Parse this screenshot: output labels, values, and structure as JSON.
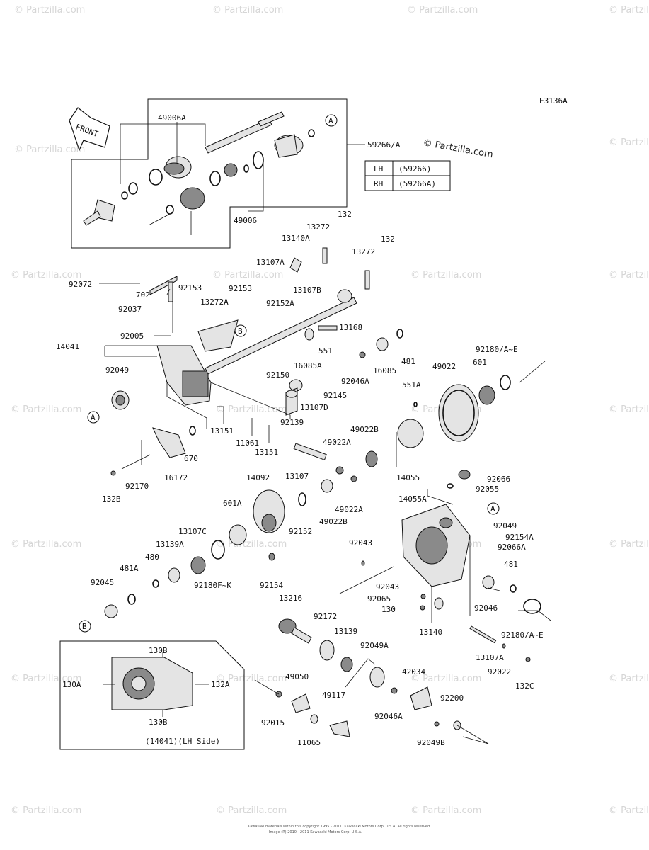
{
  "diagram_code": "E3136A",
  "front_label": "FRONT",
  "watermark": "© Partzilla.com",
  "header_watermark": "© Partzilla.com",
  "variant_table": {
    "rows": [
      {
        "side": "LH",
        "code": "(59266)"
      },
      {
        "side": "RH",
        "code": "(59266A)"
      }
    ]
  },
  "inset_caption": "(14041)(LH Side)",
  "ref_markers": [
    "A",
    "B"
  ],
  "part_labels": {
    "p49006A": "49006A",
    "p59266": "59266/A",
    "p49006": "49006",
    "p132a": "132",
    "p13272a": "13272",
    "p13140A": "13140A",
    "p132b": "132",
    "p13272b": "13272",
    "p13107A": "13107A",
    "p92072": "92072",
    "p702": "702",
    "p92153a": "92153",
    "p92153b": "92153",
    "p13107B": "13107B",
    "p92037": "92037",
    "p13272A": "13272A",
    "p92152A": "92152A",
    "p13168": "13168",
    "p92005": "92005",
    "p14041": "14041",
    "p551": "551",
    "p481a": "481",
    "p92150": "92150",
    "p16085A": "16085A",
    "p16085": "16085",
    "p92046A": "92046A",
    "p92180AE1": "92180/A~E",
    "p49022": "49022",
    "p601": "601",
    "p92049a": "92049",
    "p92145": "92145",
    "p13107D": "13107D",
    "p551A": "551A",
    "p92139": "92139",
    "p13151a": "13151",
    "p11061": "11061",
    "p13151b": "13151",
    "p49022B": "49022B",
    "p670": "670",
    "p49022Aa": "49022A",
    "p13107": "13107",
    "p14055": "14055",
    "p16172": "16172",
    "p92170": "92170",
    "p132B": "132B",
    "p14092": "14092",
    "p92066": "92066",
    "p92055": "92055",
    "p601A": "601A",
    "p49022Ab": "49022A",
    "p49022Bb": "49022B",
    "p92152": "92152",
    "p14055A": "14055A",
    "p13107C": "13107C",
    "p13139A": "13139A",
    "p480": "480",
    "p92049b": "92049",
    "p92154A": "92154A",
    "p92066A": "92066A",
    "p92043a": "92043",
    "p481A": "481A",
    "p92180FK": "92180F~K",
    "p92154": "92154",
    "p481b": "481",
    "p92045": "92045",
    "p92043b": "92043",
    "p92065": "92065",
    "p130": "130",
    "p92046": "92046",
    "p13140": "13140",
    "p13216": "13216",
    "p92172": "92172",
    "p13139": "13139",
    "p92180AE2": "92180/A~E",
    "p92049A": "92049A",
    "p13107A2": "13107A",
    "p92022": "92022",
    "p132C": "132C",
    "p49050": "49050",
    "p42034": "42034",
    "p49117": "49117",
    "p92015": "92015",
    "p92046A2": "92046A",
    "p92200": "92200",
    "p11065": "11065",
    "p92049B": "92049B",
    "p130B1": "130B",
    "p130A": "130A",
    "p132A": "132A",
    "p130B2": "130B"
  },
  "copyright": "Kawasaki materials within this copyright 1995 - 2011. Kawasaki Motors Corp. U.S.A. All rights reserved.",
  "copyright2": "Image (R) 2010 - 2011 Kawasaki Motors Corp. U.S.A.",
  "colors": {
    "ink": "#111111",
    "watermark": "#d6d6d6",
    "background": "#ffffff"
  }
}
